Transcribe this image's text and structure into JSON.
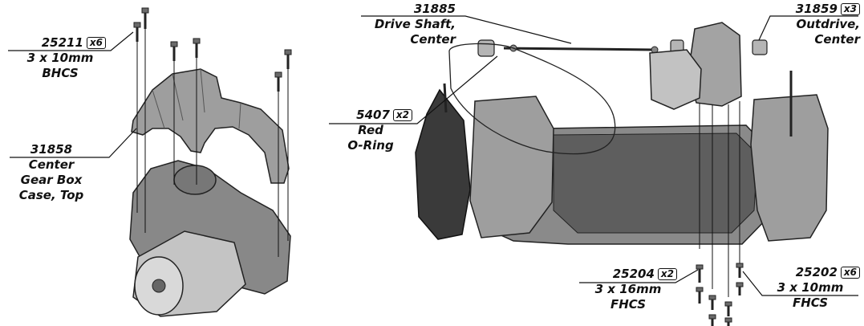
{
  "callouts": {
    "c25211": {
      "part": "25211",
      "qty": "x6",
      "lines": [
        "3 x 10mm",
        "BHCS"
      ]
    },
    "c31858": {
      "part": "31858",
      "lines": [
        "Center",
        "Gear Box",
        "Case, Top"
      ]
    },
    "c31885": {
      "part": "31885",
      "lines": [
        "Drive Shaft,",
        "Center"
      ]
    },
    "c31859": {
      "part": "31859",
      "qty": "x3",
      "lines": [
        "Outdrive,",
        "Center"
      ]
    },
    "c5407": {
      "part": "5407",
      "qty": "x2",
      "lines": [
        "Red",
        "O-Ring"
      ]
    },
    "c25204": {
      "part": "25204",
      "qty": "x2",
      "lines": [
        "3 x 16mm",
        "FHCS"
      ]
    },
    "c25202": {
      "part": "25202",
      "qty": "x6",
      "lines": [
        "3 x 10mm",
        "FHCS"
      ]
    }
  },
  "colors": {
    "ink": "#111111",
    "part_light": "#b8b8b8",
    "part_mid": "#8f8f8f",
    "part_dark": "#5a5a5a",
    "tire": "#3a3a3a"
  }
}
